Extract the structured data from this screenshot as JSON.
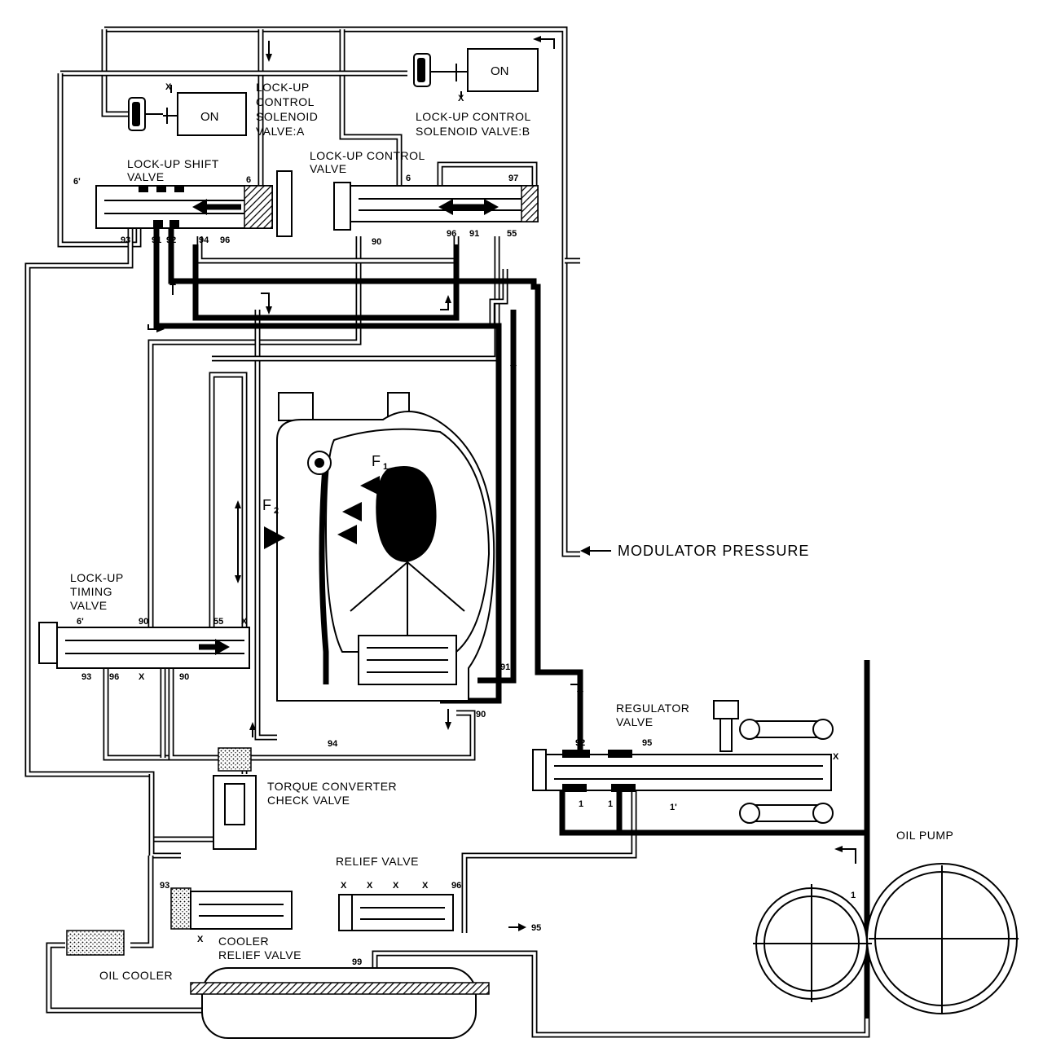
{
  "labels": {
    "lockup_control_solenoid_a": [
      "LOCK-UP",
      "CONTROL",
      "SOLENOID",
      "VALVE:A"
    ],
    "lockup_control_solenoid_b": [
      "LOCK-UP CONTROL",
      "SOLENOID VALVE:B"
    ],
    "lockup_shift_valve": [
      "LOCK-UP SHIFT",
      "VALVE"
    ],
    "lockup_control_valve": [
      "LOCK-UP CONTROL",
      "VALVE"
    ],
    "lockup_timing_valve": [
      "LOCK-UP",
      "TIMING",
      "VALVE"
    ],
    "modulator_pressure": "MODULATOR PRESSURE",
    "regulator_valve": [
      "REGULATOR",
      "VALVE"
    ],
    "torque_converter_check_valve": [
      "TORQUE CONVERTER",
      "CHECK VALVE"
    ],
    "relief_valve": "RELIEF VALVE",
    "cooler_relief_valve": [
      "COOLER",
      "RELIEF VALVE"
    ],
    "oil_cooler": "OIL COOLER",
    "oil_pump": "OIL PUMP",
    "solenoid_a_state": "ON",
    "solenoid_b_state": "ON",
    "force_1": "F",
    "force_1_sub": "1",
    "force_2": "F",
    "force_2_sub": "2"
  },
  "port_numbers": {
    "shift_6p": "6'",
    "shift_6": "6",
    "shift_93": "93",
    "shift_91": "91",
    "shift_92": "92",
    "shift_94": "94",
    "shift_96": "96",
    "ctrl_6": "6",
    "ctrl_97": "97",
    "ctrl_90": "90",
    "ctrl_96": "96",
    "ctrl_91": "91",
    "ctrl_55": "55",
    "timing_6p": "6'",
    "timing_90a": "90",
    "timing_55": "55",
    "timing_93": "93",
    "timing_96": "96",
    "timing_90b": "90",
    "tc_91": "91",
    "tc_90": "90",
    "tc_94": "94",
    "reg_92": "92",
    "reg_95": "95",
    "reg_1a": "1",
    "reg_1b": "1",
    "reg_1p": "1'",
    "relief_96": "96",
    "relief_out_95": "95",
    "cooler_93": "93",
    "pump_1": "1",
    "cooler_99": "99",
    "exhaust": "X"
  }
}
